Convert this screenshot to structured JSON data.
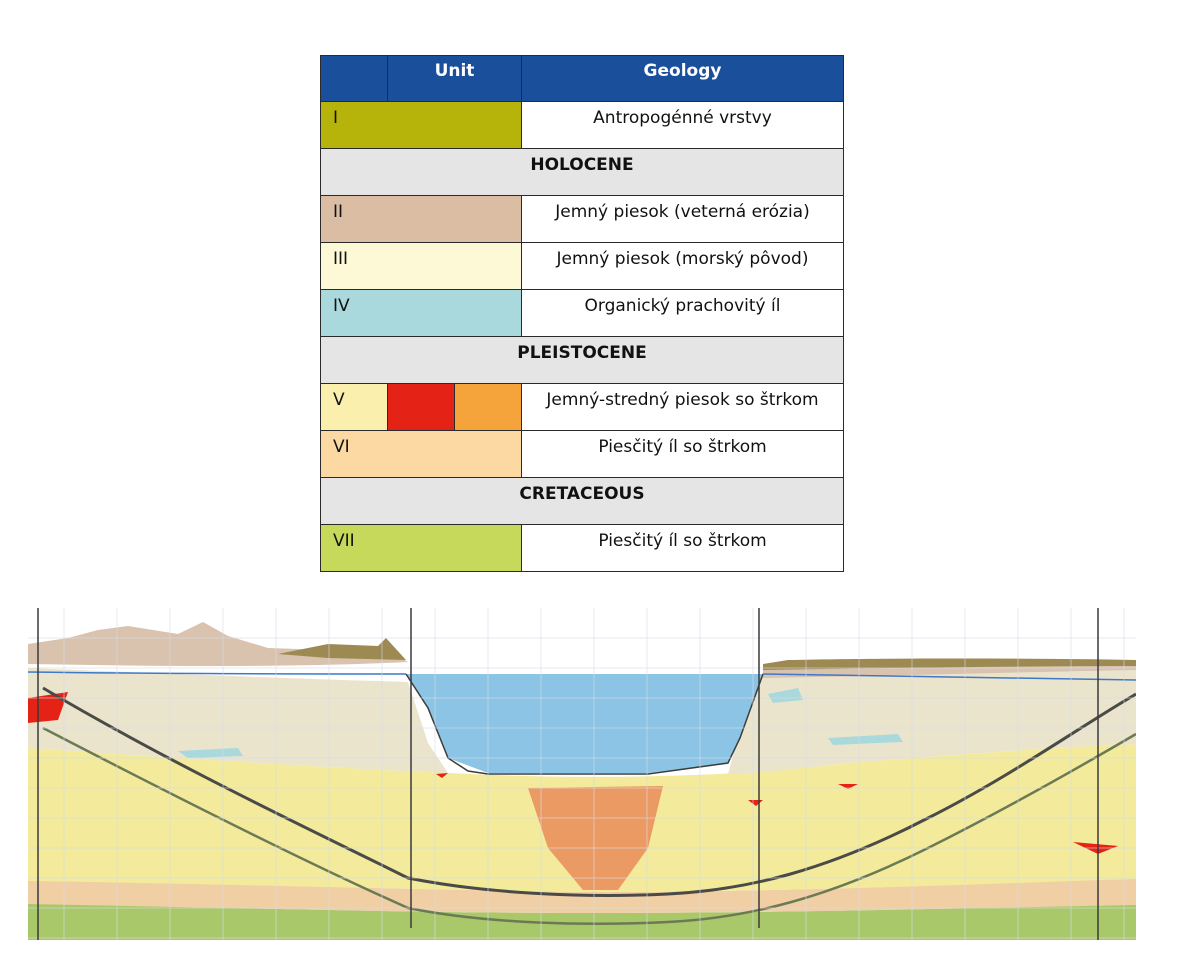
{
  "legend": {
    "header": {
      "unit": "Unit",
      "geology": "Geology"
    },
    "colors": {
      "header_bg": "#1a4f9c",
      "period_bg": "#e5e5e6",
      "I": "#b6b30a",
      "II": "#dbbda4",
      "III": "#fdf8d6",
      "IV": "#a9d9dc",
      "V_base": "#fbefad",
      "V_red": "#e52216",
      "V_orange": "#f4a43a",
      "VI": "#fcd8a3",
      "VII": "#c6d95a"
    },
    "rows": [
      {
        "unit": "I",
        "geology": "Antropogénné vrstvy"
      },
      {
        "period": "HOLOCENE"
      },
      {
        "unit": "II",
        "geology": "Jemný piesok (veterná erózia)"
      },
      {
        "unit": "III",
        "geology": "Jemný piesok (morský pôvod)"
      },
      {
        "unit": "IV",
        "geology": "Organický prachovitý íl"
      },
      {
        "period": "PLEISTOCENE"
      },
      {
        "unit": "V",
        "geology": "Jemný-stredný piesok so štrkom"
      },
      {
        "unit": "VI",
        "geology": "Piesčitý íl so štrkom"
      },
      {
        "period": "CRETACEOUS"
      },
      {
        "unit": "VII",
        "geology": "Piesčitý íl so štrkom"
      }
    ]
  },
  "section": {
    "colors": {
      "water": "#8cc4e6",
      "fill_I": "#9c8a52",
      "sand_II": "#d9c2ae",
      "sand_III": "#ebe4cc",
      "clay_IV": "#a9d9dc",
      "sand_V": "#f3ea9c",
      "clay_VI": "#f0cfa4",
      "cret_VII": "#a8c86a",
      "plume": "#ec9a63",
      "red": "#e52216",
      "grid": "#d7dde6",
      "tunnel": "#4a4a46",
      "groundwater": "#3d79c8"
    }
  }
}
